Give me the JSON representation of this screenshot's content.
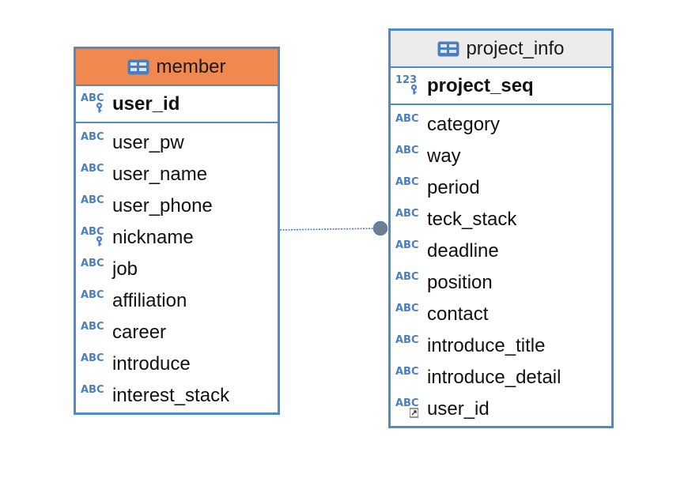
{
  "colors": {
    "border": "#4a8ccc",
    "member_header": "#f0884f",
    "project_header": "#ececec",
    "type_icon": "#4a7fc1",
    "connector": "#4a7fc1",
    "endpoint": "#6f7d8c"
  },
  "member": {
    "title": "member",
    "icon": "table-icon",
    "pk": {
      "name": "user_id",
      "type": "ABC",
      "icon": "key-icon"
    },
    "columns": [
      {
        "name": "user_pw",
        "type": "ABC"
      },
      {
        "name": "user_name",
        "type": "ABC"
      },
      {
        "name": "user_phone",
        "type": "ABC"
      },
      {
        "name": "nickname",
        "type": "ABC",
        "icon": "key-icon"
      },
      {
        "name": "job",
        "type": "ABC"
      },
      {
        "name": "affiliation",
        "type": "ABC"
      },
      {
        "name": "career",
        "type": "ABC"
      },
      {
        "name": "introduce",
        "type": "ABC"
      },
      {
        "name": "interest_stack",
        "type": "ABC"
      }
    ]
  },
  "project_info": {
    "title": "project_info",
    "icon": "table-icon",
    "pk": {
      "name": "project_seq",
      "type": "123",
      "icon": "key-icon"
    },
    "columns": [
      {
        "name": "category",
        "type": "ABC"
      },
      {
        "name": "way",
        "type": "ABC"
      },
      {
        "name": "period",
        "type": "ABC"
      },
      {
        "name": "teck_stack",
        "type": "ABC"
      },
      {
        "name": "deadline",
        "type": "ABC"
      },
      {
        "name": "position",
        "type": "ABC"
      },
      {
        "name": "contact",
        "type": "ABC"
      },
      {
        "name": "introduce_title",
        "type": "ABC"
      },
      {
        "name": "introduce_detail",
        "type": "ABC"
      },
      {
        "name": "user_id",
        "type": "ABC",
        "icon": "foreign-key-icon"
      }
    ]
  }
}
